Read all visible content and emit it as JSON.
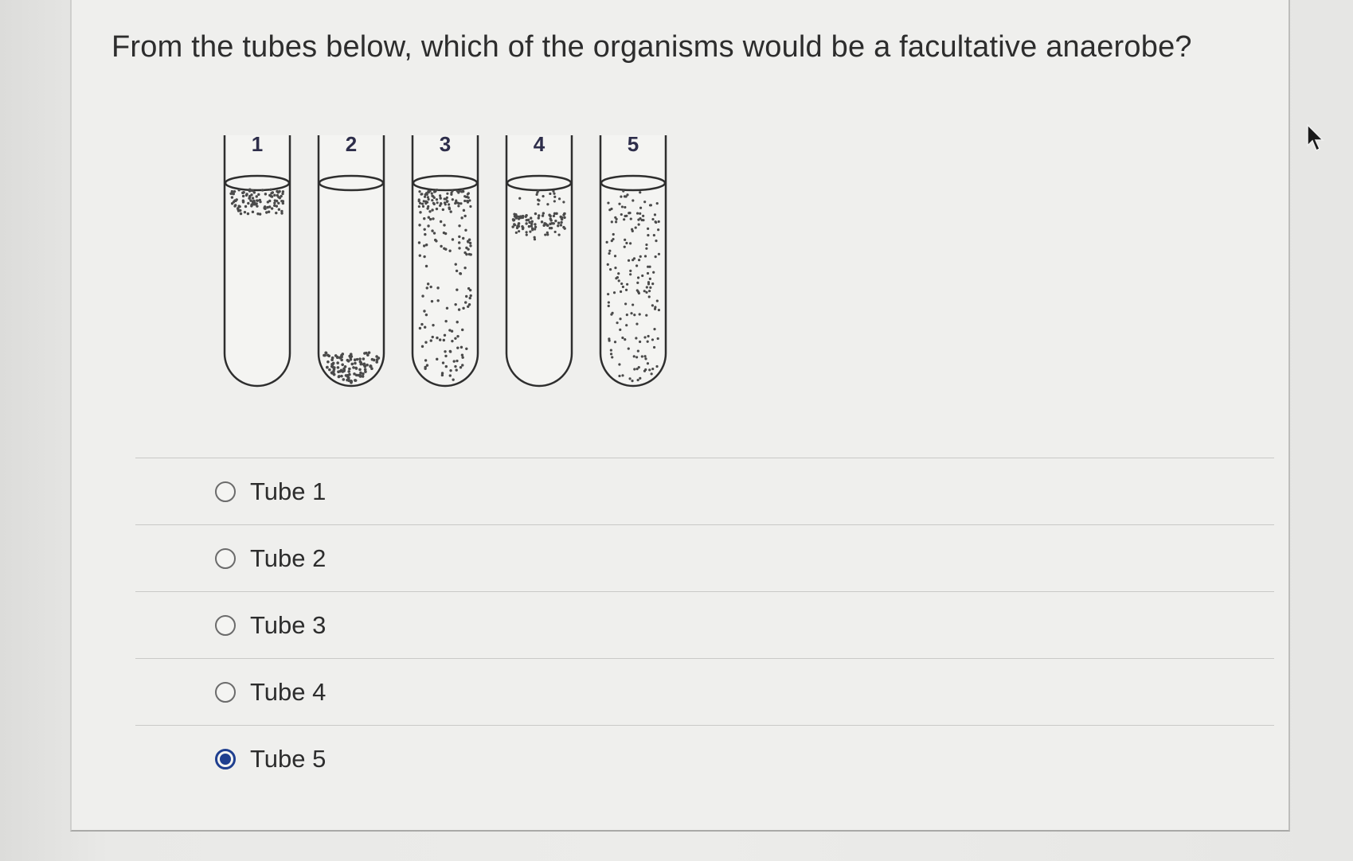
{
  "question": {
    "text": "From the tubes below, which of the organisms would be a facultative anaerobe?"
  },
  "figure": {
    "tube_labels": [
      "1",
      "2",
      "3",
      "4",
      "5"
    ],
    "growth": [
      "top-only",
      "bottom-only",
      "throughout-dense-top",
      "top-band-sparse-below",
      "throughout-even"
    ]
  },
  "answers": {
    "options": [
      {
        "label": "Tube 1",
        "selected": false
      },
      {
        "label": "Tube 2",
        "selected": false
      },
      {
        "label": "Tube 3",
        "selected": false
      },
      {
        "label": "Tube 4",
        "selected": false
      },
      {
        "label": "Tube 5",
        "selected": true
      }
    ]
  },
  "colors": {
    "accent": "#1f3f8f",
    "text": "#2d2d2d"
  },
  "icons": {
    "cursor": "mouse-pointer-icon",
    "radio": "radio-button-icon"
  }
}
